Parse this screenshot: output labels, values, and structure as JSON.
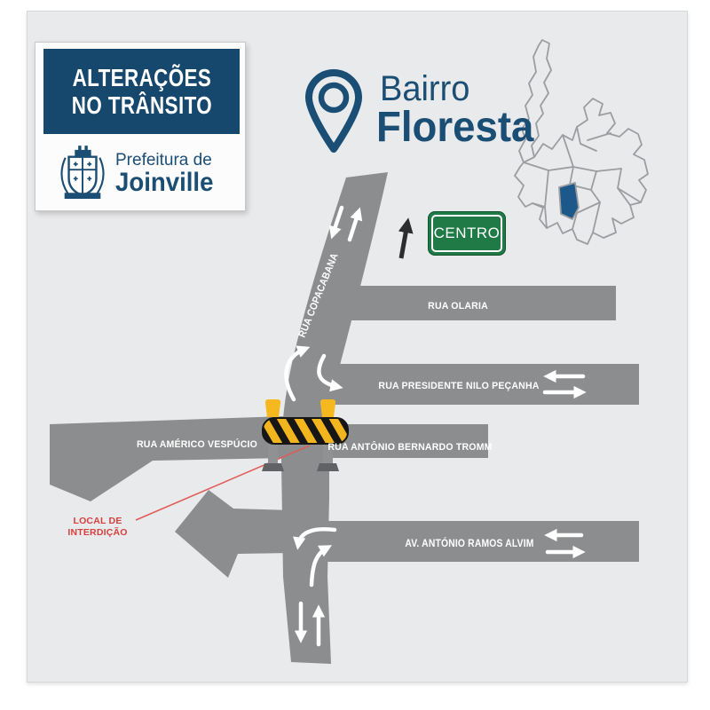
{
  "poster": {
    "info_box": {
      "header": {
        "line1": "ALTERAÇÕES",
        "line2": "NO TRÂNSITO"
      },
      "org": {
        "line1": "Prefeitura de",
        "line2": "Joinville"
      }
    },
    "location_title": {
      "line1": "Bairro",
      "line2": "Floresta"
    },
    "centro_sign": {
      "label": "CENTRO"
    },
    "roads": {
      "copacabana": "RUA COPACABANA",
      "olaria": "RUA OLARIA",
      "nilo_pecanha": "RUA PRESIDENTE NILO PEÇANHA",
      "americo_vespucio": "RUA AMÉRICO VESPÚCIO",
      "bernardo_tromm": "RUA ANTÔNIO BERNARDO TROMM",
      "ramos_alvim": "AV. ANTÓNIO RAMOS ALVIM"
    },
    "interdiction_label": {
      "line1": "LOCAL DE",
      "line2": "INTERDIÇÃO"
    },
    "colors": {
      "background": "#e9eaec",
      "navy": "#1b4e74",
      "road_gray": "#8b8d8f",
      "sign_green": "#1f7a45",
      "barrier_yellow": "#f2b51d",
      "barrier_black": "#161616",
      "alert_red": "#d6403c",
      "map_outline": "#9b9da0",
      "map_highlight": "#1d588a"
    }
  }
}
